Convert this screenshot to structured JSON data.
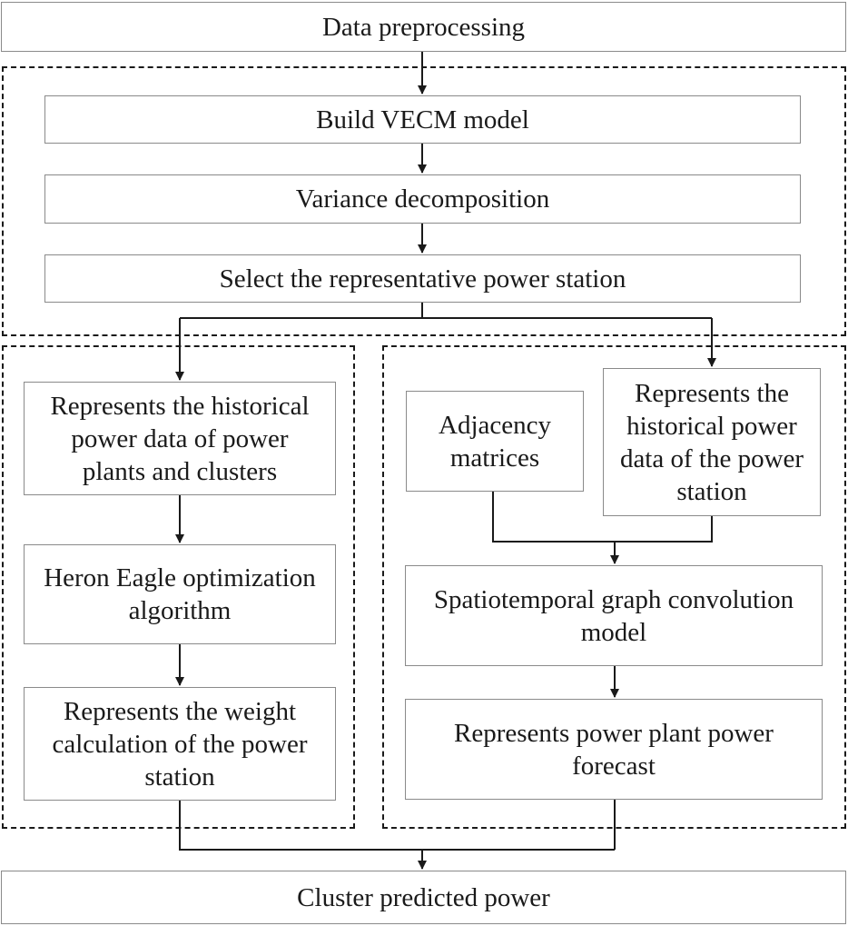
{
  "nodes": {
    "data_preprocessing": "Data preprocessing",
    "build_vecm": "Build VECM model",
    "variance_decomposition": "Variance decomposition",
    "select_station": "Select the representative power station",
    "historical_clusters": "Represents the historical\npower data of power\nplants and clusters",
    "heron_eagle": "Heron Eagle optimization\nalgorithm",
    "weight_calc": "Represents the weight\ncalculation of the power\nstation",
    "adjacency": "Adjacency\nmatrices",
    "historical_station": "Represents the\nhistorical power\ndata of the power\nstation",
    "stgcn": "Spatiotemporal graph convolution\nmodel",
    "plant_forecast": "Represents power plant power\nforecast",
    "cluster_power": "Cluster predicted power"
  }
}
